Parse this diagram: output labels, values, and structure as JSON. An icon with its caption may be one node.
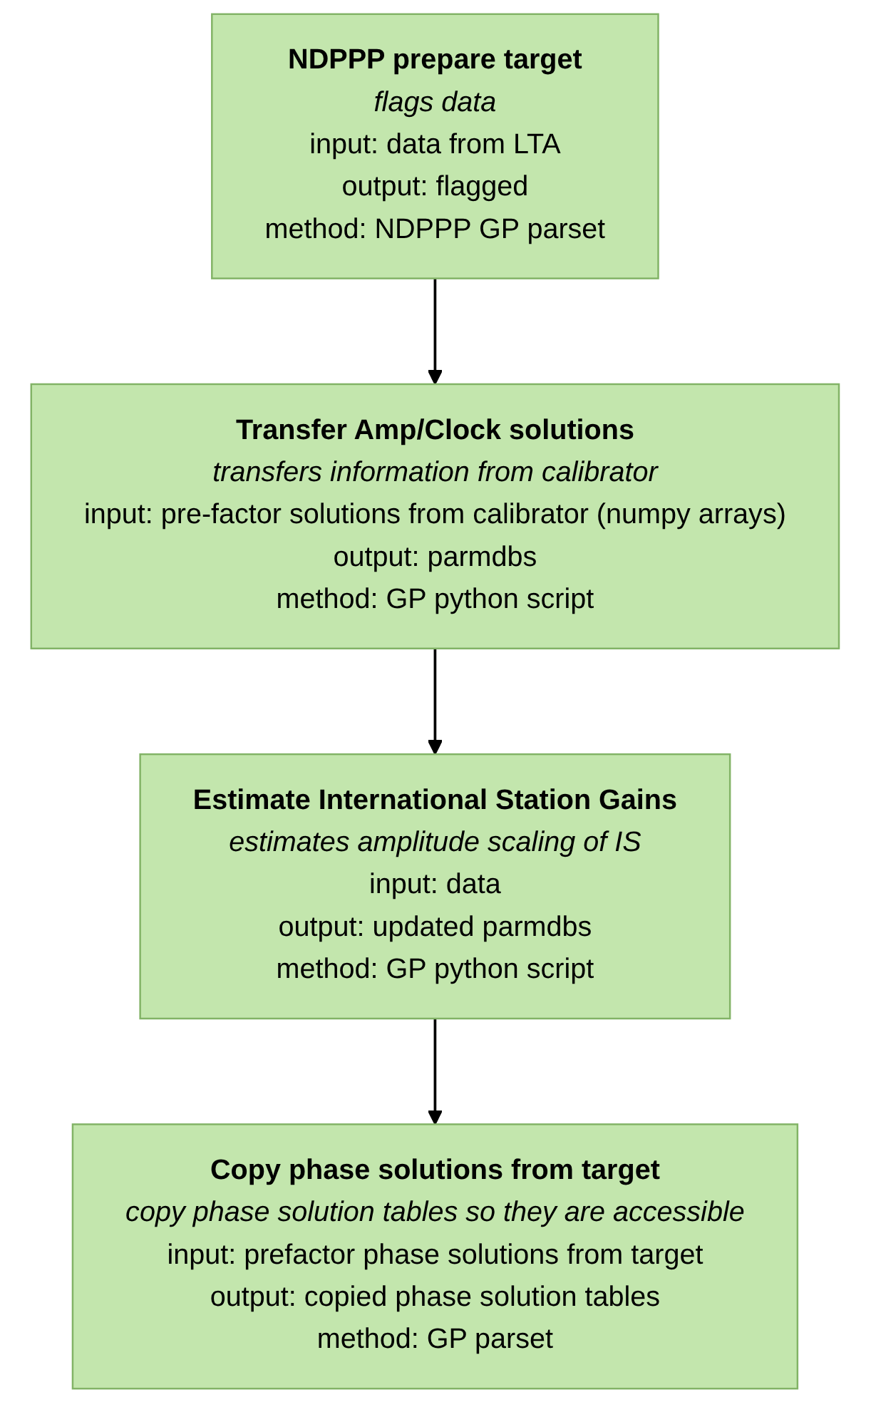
{
  "diagram": {
    "nodes": [
      {
        "text": [
          "NDPPP prepare target",
          "flags data",
          "input: data from LTA",
          "output: flagged",
          "method: NDPPP GP parset"
        ]
      },
      {
        "text": [
          "Transfer Amp/Clock solutions",
          "transfers information from calibrator",
          "input: pre-factor solutions from calibrator (numpy arrays)",
          "output: parmdbs",
          "method: GP python script"
        ]
      },
      {
        "text": [
          "Estimate International Station Gains",
          "estimates amplitude scaling of IS",
          "input: data",
          "output: updated parmdbs",
          "method: GP python script"
        ]
      },
      {
        "text": [
          "Copy phase solutions from target",
          "copy phase solution tables so they are accessible",
          "input: prefactor phase solutions from target",
          "output: copied phase solution tables",
          "method: GP parset"
        ]
      }
    ],
    "edges": [
      {
        "from": 0,
        "to": 1,
        "arrow": "to"
      },
      {
        "from": 1,
        "to": 2,
        "arrow": "to"
      },
      {
        "from": 2,
        "to": 3,
        "arrow": "to"
      }
    ]
  }
}
